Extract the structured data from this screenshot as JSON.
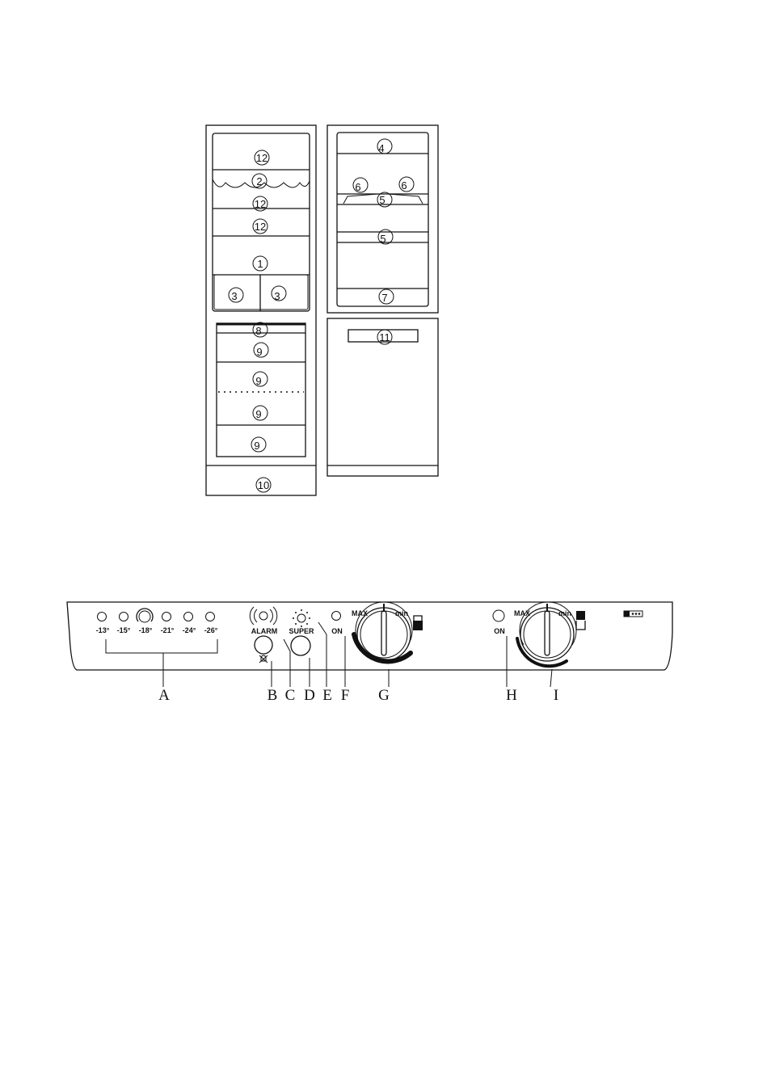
{
  "fridge": {
    "freezer_labels": [
      "12",
      "2",
      "12",
      "12",
      "1",
      "3",
      "3",
      "8",
      "9",
      "9",
      "9",
      "9",
      "10"
    ],
    "fridge_labels": [
      "4",
      "6",
      "6",
      "5",
      "5",
      "7",
      "11"
    ]
  },
  "panel": {
    "temps": [
      "-13°",
      "-15°",
      "-18°",
      "-21°",
      "-24°",
      "-26°"
    ],
    "alarm": "ALARM",
    "super": "SUPER",
    "on_left": "ON",
    "on_right": "ON",
    "max_left": "MAX",
    "min_left": "min",
    "max_right": "MAX",
    "min_right": "min",
    "letters": [
      "A",
      "B",
      "C",
      "D",
      "E",
      "F",
      "G",
      "H",
      "I"
    ]
  }
}
